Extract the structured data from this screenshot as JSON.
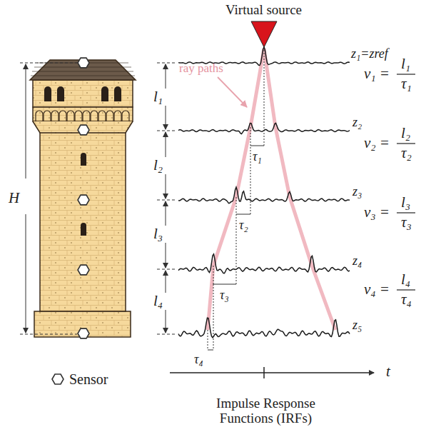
{
  "diagram": {
    "caption": "Impulse Response Functions (IRFs)",
    "labels": [
      "Virtual source",
      "H",
      "l₁",
      "l₂",
      "l₃",
      "l₄",
      "z₁=zref",
      "z₂",
      "z₃",
      "z₄",
      "z₅",
      "ray paths",
      "τ₁",
      "τ₂",
      "τ₃",
      "τ₄",
      "v₁ =",
      "l₁",
      "τ₁",
      "v₂ =",
      "l₂",
      "τ₂",
      "v₃ =",
      "l₃",
      "τ₃",
      "v₄ =",
      "l₄",
      "τ₄",
      "t"
    ],
    "legend": [
      {
        "text": "Sensor"
      }
    ]
  }
}
